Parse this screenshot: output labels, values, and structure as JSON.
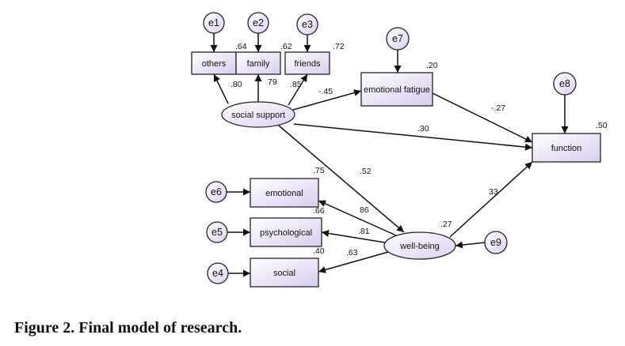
{
  "caption": "Figure 2. Final model of research.",
  "colors": {
    "node_fill_light": "#ffffff",
    "node_fill_dark": "#d9cdf0",
    "stroke": "#222222"
  },
  "nodes": [
    {
      "id": "others",
      "label": "others",
      "kind": "observed",
      "r2": ".64"
    },
    {
      "id": "family",
      "label": "family",
      "kind": "observed",
      "r2": ".62"
    },
    {
      "id": "friends",
      "label": "friends",
      "kind": "observed",
      "r2": ".72"
    },
    {
      "id": "fatigue",
      "label": "emotional fatigue",
      "kind": "observed",
      "r2": ".20"
    },
    {
      "id": "function",
      "label": "function",
      "kind": "observed",
      "r2": ".50"
    },
    {
      "id": "emotional",
      "label": "emotional",
      "kind": "observed",
      "r2": ".75"
    },
    {
      "id": "psychological",
      "label": "psychological",
      "kind": "observed",
      "r2": ".66"
    },
    {
      "id": "social",
      "label": "social",
      "kind": "observed",
      "r2": ".40"
    },
    {
      "id": "support",
      "label": "social support",
      "kind": "latent",
      "r2": ""
    },
    {
      "id": "wellbeing",
      "label": "well-being",
      "kind": "latent",
      "r2": ".27"
    },
    {
      "id": "e1",
      "label": "e1",
      "kind": "error",
      "r2": ""
    },
    {
      "id": "e2",
      "label": "e2",
      "kind": "error",
      "r2": ""
    },
    {
      "id": "e3",
      "label": "e3",
      "kind": "error",
      "r2": ""
    },
    {
      "id": "e4",
      "label": "e4",
      "kind": "error",
      "r2": ""
    },
    {
      "id": "e5",
      "label": "e5",
      "kind": "error",
      "r2": ""
    },
    {
      "id": "e6",
      "label": "e6",
      "kind": "error",
      "r2": ""
    },
    {
      "id": "e7",
      "label": "e7",
      "kind": "error",
      "r2": ""
    },
    {
      "id": "e8",
      "label": "e8",
      "kind": "error",
      "r2": ""
    },
    {
      "id": "e9",
      "label": "e9",
      "kind": "error",
      "r2": ""
    }
  ],
  "edges": [
    {
      "from": "support",
      "to": "others",
      "coef": ".80"
    },
    {
      "from": "support",
      "to": "family",
      "coef": "79"
    },
    {
      "from": "support",
      "to": "friends",
      "coef": ".85"
    },
    {
      "from": "support",
      "to": "fatigue",
      "coef": "-.45"
    },
    {
      "from": "support",
      "to": "function",
      "coef": ".30"
    },
    {
      "from": "support",
      "to": "wellbeing",
      "coef": ".52"
    },
    {
      "from": "fatigue",
      "to": "function",
      "coef": "-.27"
    },
    {
      "from": "wellbeing",
      "to": "function",
      "coef": "33"
    },
    {
      "from": "wellbeing",
      "to": "emotional",
      "coef": "86"
    },
    {
      "from": "wellbeing",
      "to": "psychological",
      "coef": ".81"
    },
    {
      "from": "wellbeing",
      "to": "social",
      "coef": ".63"
    },
    {
      "from": "e1",
      "to": "others",
      "coef": ""
    },
    {
      "from": "e2",
      "to": "family",
      "coef": ""
    },
    {
      "from": "e3",
      "to": "friends",
      "coef": ""
    },
    {
      "from": "e7",
      "to": "fatigue",
      "coef": ""
    },
    {
      "from": "e8",
      "to": "function",
      "coef": ""
    },
    {
      "from": "e6",
      "to": "emotional",
      "coef": ""
    },
    {
      "from": "e5",
      "to": "psychological",
      "coef": ""
    },
    {
      "from": "e4",
      "to": "social",
      "coef": ""
    },
    {
      "from": "e9",
      "to": "wellbeing",
      "coef": ""
    }
  ]
}
